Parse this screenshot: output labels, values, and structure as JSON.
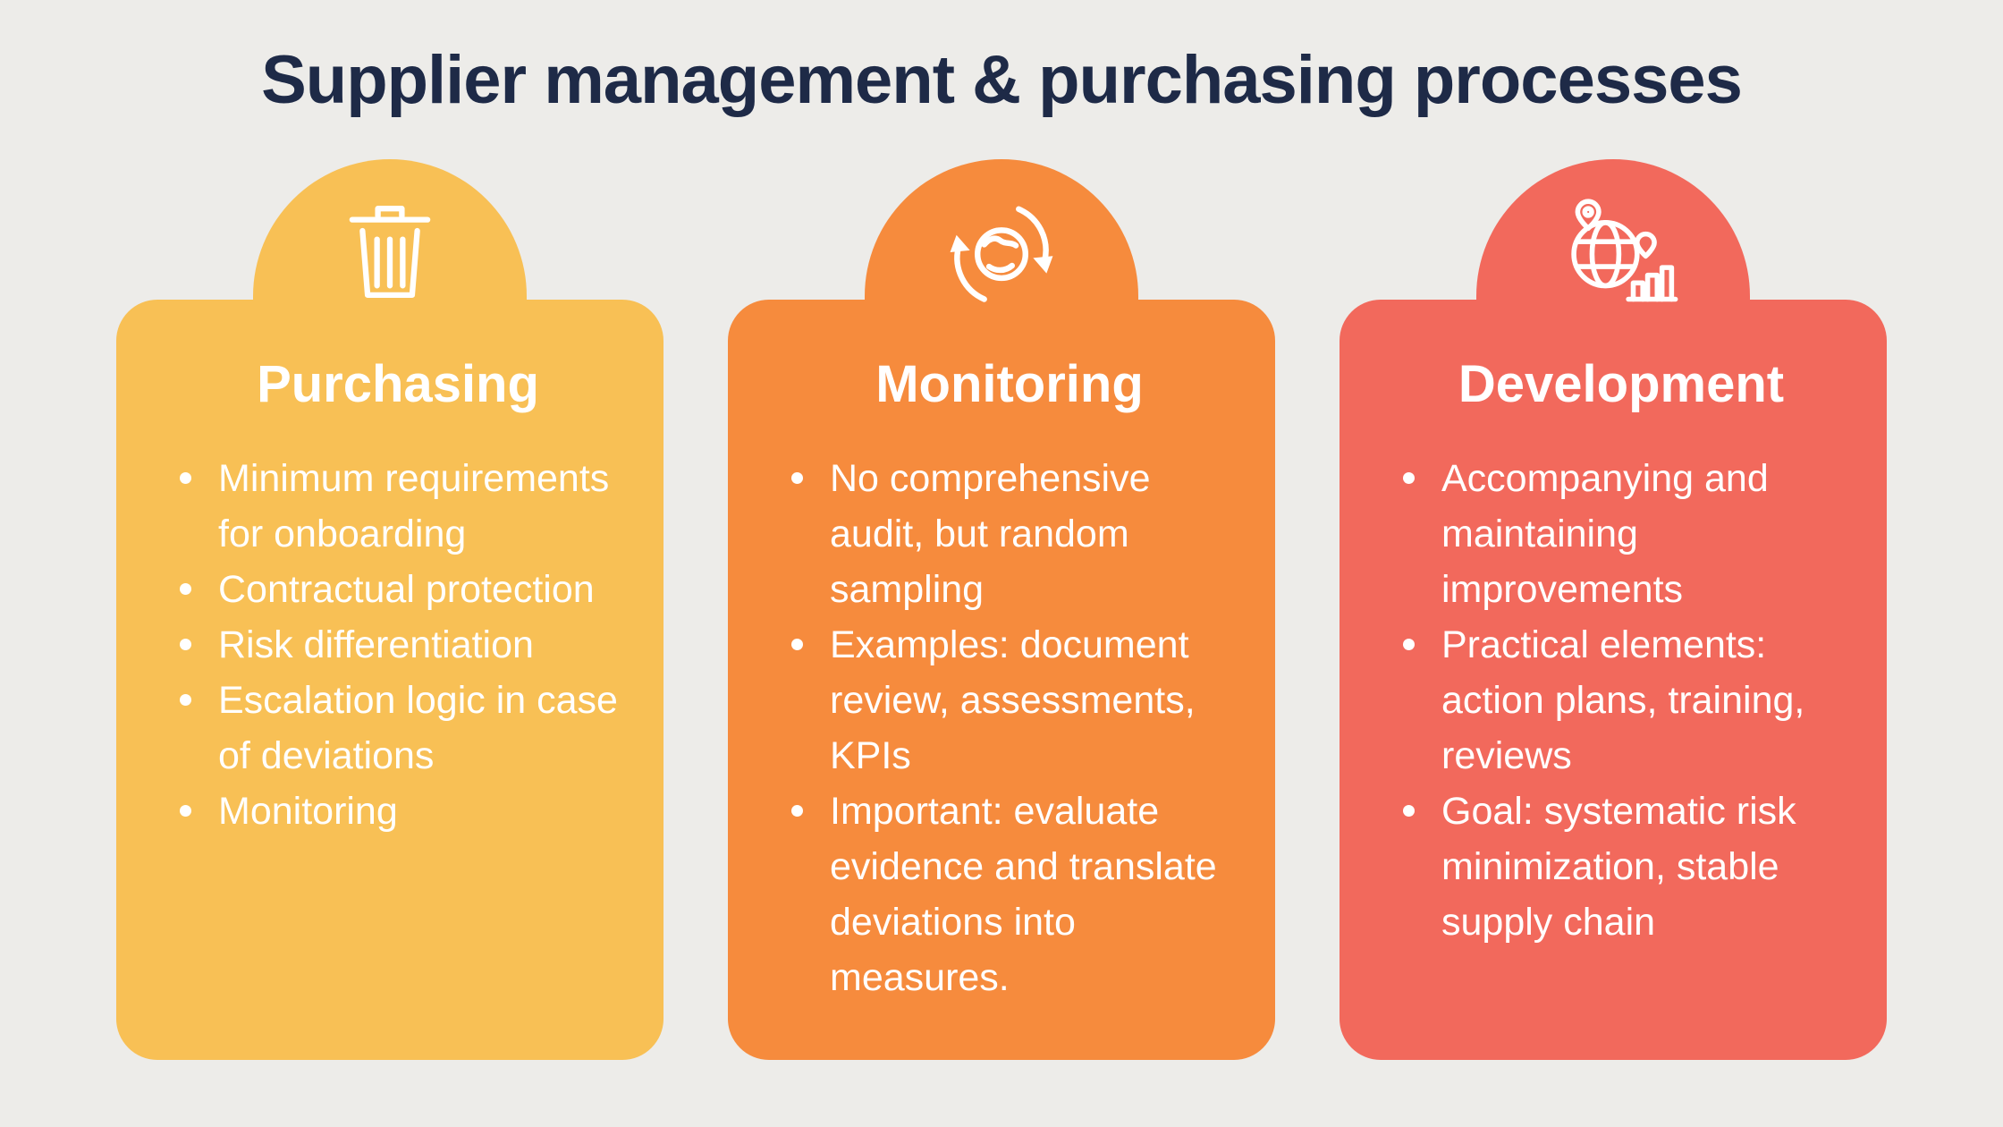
{
  "title": "Supplier management & purchasing processes",
  "colors": {
    "background": "#EDECE9",
    "title_text": "#1E2A47",
    "card_text": "#FFFFFF"
  },
  "cards": [
    {
      "heading": "Purchasing",
      "icon": "trash-icon",
      "color": "#F8C055",
      "bullets": [
        "Minimum requirements for onboarding",
        "Contractual protection",
        "Risk differentiation",
        "Escalation logic in case of deviations",
        "Monitoring"
      ]
    },
    {
      "heading": "Monitoring",
      "icon": "globe-cycle-arrows-icon",
      "color": "#F68B3D",
      "bullets": [
        "No comprehensive audit, but random sampling",
        "Examples: document review, assessments, KPIs",
        "Important: evaluate evidence and translate deviations into measures."
      ]
    },
    {
      "heading": "Development",
      "icon": "globe-pins-chart-icon",
      "color": "#F2695C",
      "bullets": [
        "Accompanying and maintaining improvements",
        "Practical elements: action plans, training, reviews",
        "Goal: systematic risk minimization, stable supply chain"
      ]
    }
  ]
}
